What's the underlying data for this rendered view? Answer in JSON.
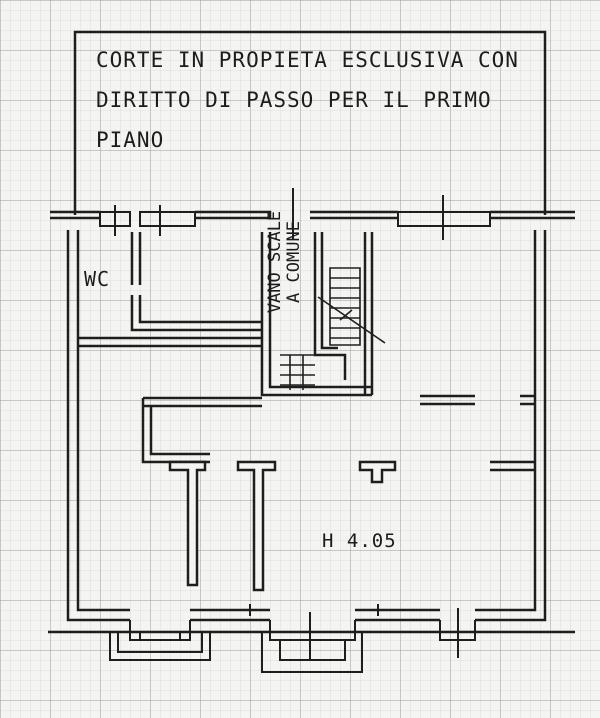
{
  "courtyard_note": {
    "line1": "CORTE IN PROPIETA ESCLUSIVA CON",
    "line2": "DIRITTO DI PASSO PER IL PRIMO",
    "line3": "PIANO"
  },
  "rooms": {
    "wc_label": "WC",
    "stair_line1": "VANO SCALE",
    "stair_line2": "A COMUNE",
    "height_label": "H 4.05"
  },
  "colors": {
    "paper": "#f4f4f2",
    "grid_minor": "#c9c9c9",
    "grid_major": "#9a9a9a",
    "wall": "#1e1e1e"
  }
}
